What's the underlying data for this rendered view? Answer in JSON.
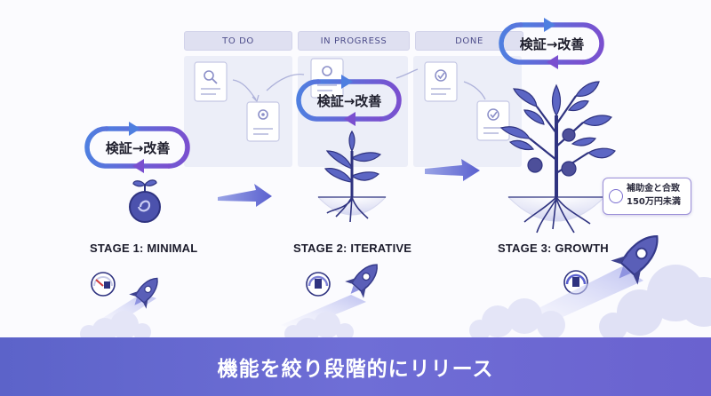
{
  "kanban": {
    "columns": [
      {
        "label": "TO DO"
      },
      {
        "label": "IN PROGRESS"
      },
      {
        "label": "DONE"
      }
    ]
  },
  "loop_label": "検証→改善",
  "stages": [
    {
      "label": "STAGE 1: MINIMAL"
    },
    {
      "label": "STAGE 2: ITERATIVE"
    },
    {
      "label": "STAGE 3: GROWTH"
    }
  ],
  "badge": {
    "line1": "補助金と合致",
    "line2": "150万円未満"
  },
  "footer": {
    "title": "機能を絞り段階的にリリース"
  },
  "colors": {
    "accent": "#6b6fd6",
    "loop_gradient_start": "#4f7fe0",
    "loop_gradient_end": "#7a4fcf",
    "leaf": "#5c66c4",
    "fruit": "#4d4f9a",
    "kanban_column": "#eceef8",
    "footer": "#6468d0"
  },
  "icons": [
    "search-icon",
    "gear-icon",
    "checkmark-icon",
    "fuel-gauge-icon",
    "rocket-icon",
    "sprout-icon",
    "tree-icon",
    "cloud-icon",
    "arrow-icon",
    "check-badge-icon"
  ]
}
